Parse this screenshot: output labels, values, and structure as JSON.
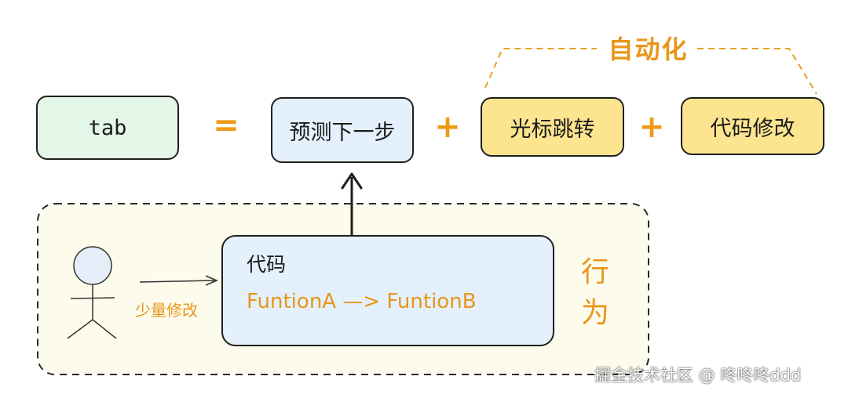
{
  "top_row": {
    "tab_label": "tab",
    "equals": "=",
    "predict_label": "预测下一步",
    "plus1": "+",
    "cursor_jump_label": "光标跳转",
    "plus2": "+",
    "code_edit_label": "代码修改"
  },
  "automation_label": "自动化",
  "behavior": {
    "code_title": "代码",
    "code_change": "FuntionA —> FuntionB",
    "user_action_label": "少量修改",
    "behavior_label_line1": "行",
    "behavior_label_line2": "为"
  },
  "watermark": "掘金技术社区 @ 咚咚咚ddd",
  "colors": {
    "accent_orange": "#ef9a16",
    "green_fill": "#e3f6e7",
    "blue_fill": "#e4f0fb",
    "yellow_fill": "#fde58f",
    "behavior_area_fill": "#fdfbeb"
  }
}
